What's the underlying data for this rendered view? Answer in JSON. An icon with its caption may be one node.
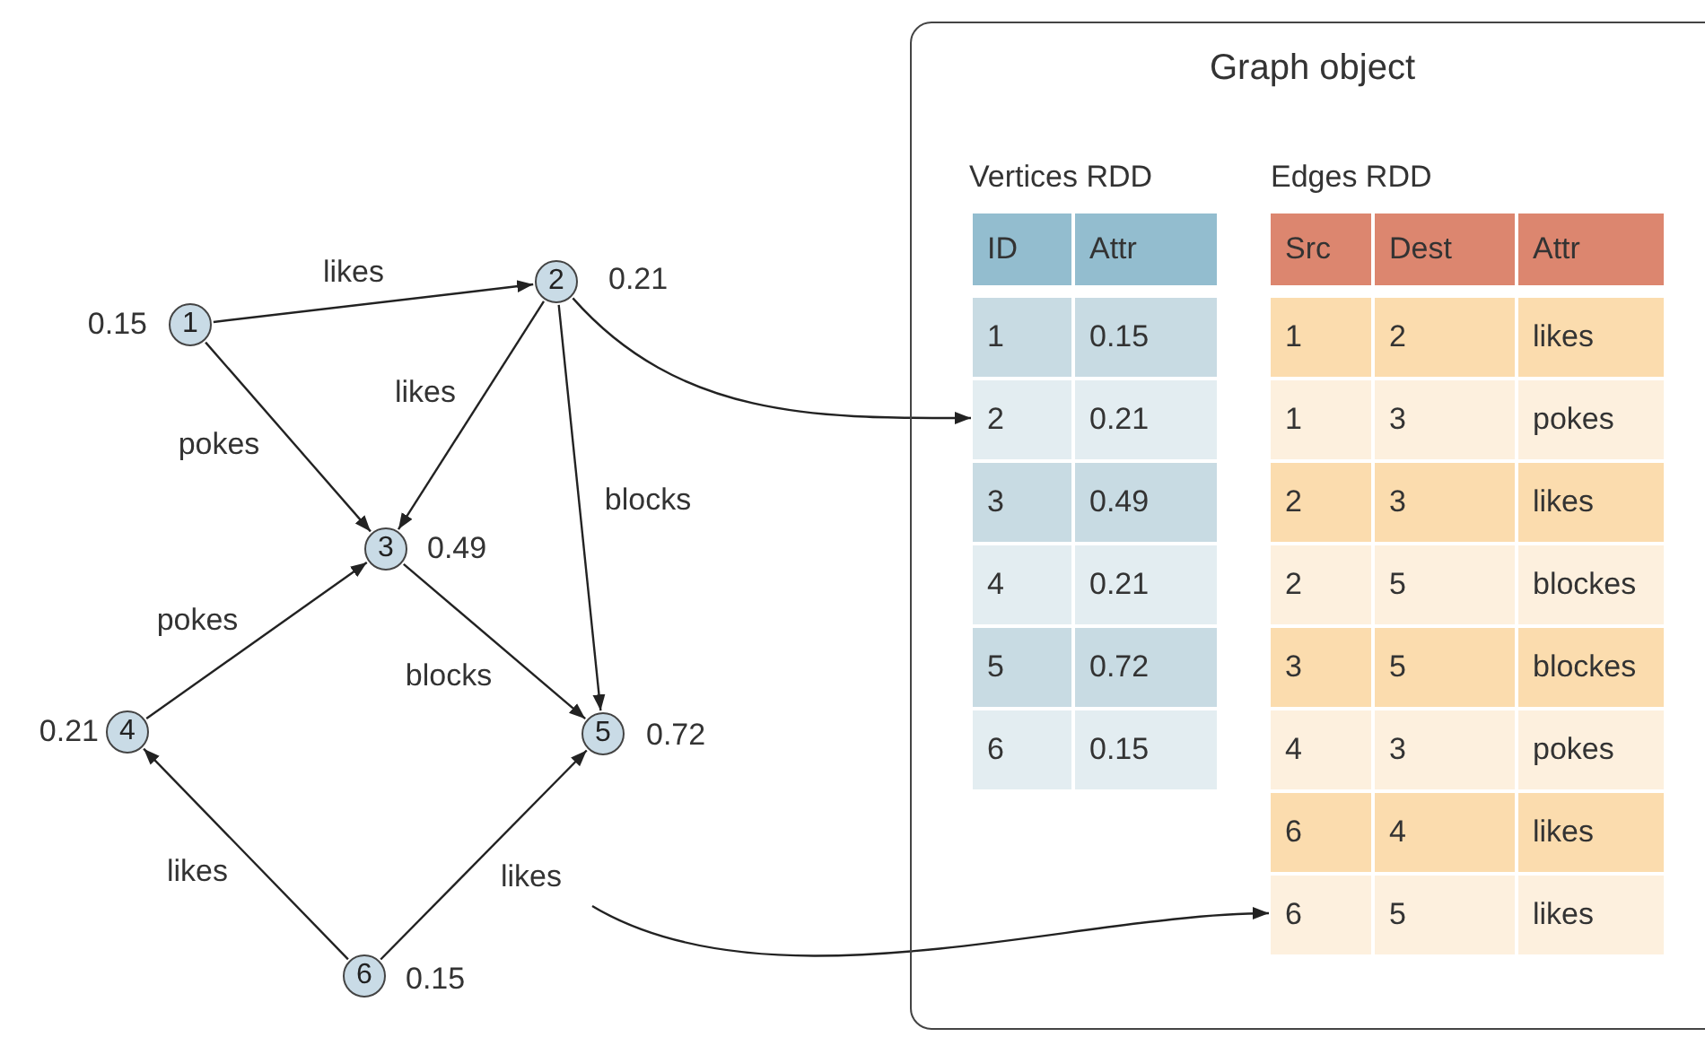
{
  "diagram": {
    "nodes": [
      {
        "text": [
          "1"
        ],
        "beside": [
          "0.15"
        ]
      },
      {
        "text": [
          "2"
        ],
        "beside": [
          "0.21"
        ]
      },
      {
        "text": [
          "3"
        ],
        "beside": [
          "0.49"
        ]
      },
      {
        "text": [
          "4"
        ],
        "beside": [
          "0.21"
        ]
      },
      {
        "text": [
          "5"
        ],
        "beside": [
          "0.72"
        ]
      },
      {
        "text": [
          "6"
        ],
        "beside": [
          "0.15"
        ]
      },
      {
        "text": [
          "Graph object"
        ]
      },
      {
        "text": [
          "2",
          "0.21"
        ],
        "in": 6
      },
      {
        "text": [
          "6",
          "5",
          "likes"
        ],
        "in": 6
      }
    ],
    "edges": [
      {
        "from": 0,
        "to": 1,
        "arrow": "to",
        "label": "likes"
      },
      {
        "from": 0,
        "to": 2,
        "arrow": "to",
        "label": "pokes"
      },
      {
        "from": 1,
        "to": 2,
        "arrow": "to",
        "label": "likes"
      },
      {
        "from": 1,
        "to": 4,
        "arrow": "to",
        "label": "blocks"
      },
      {
        "from": 3,
        "to": 2,
        "arrow": "to",
        "label": "pokes"
      },
      {
        "from": 2,
        "to": 4,
        "arrow": "to",
        "label": "blocks"
      },
      {
        "from": 5,
        "to": 3,
        "arrow": "to",
        "label": "likes"
      },
      {
        "from": 5,
        "to": 4,
        "arrow": "to",
        "label": "likes"
      },
      {
        "from": 1,
        "to": 7,
        "arrow": "to"
      },
      {
        "from": null,
        "to": 8,
        "arrow": "to"
      }
    ],
    "labels": [
      "Vertices RDD",
      "ID",
      "Attr",
      "1",
      "0.15",
      "3",
      "0.49",
      "4",
      "0.21",
      "5",
      "0.72",
      "6",
      "0.15",
      "Edges RDD",
      "Src",
      "Dest",
      "Attr",
      "1",
      "2",
      "likes",
      "1",
      "3",
      "pokes",
      "2",
      "3",
      "likes",
      "2",
      "5",
      "blockes",
      "3",
      "5",
      "blockes",
      "4",
      "3",
      "pokes",
      "6",
      "4",
      "likes"
    ]
  }
}
